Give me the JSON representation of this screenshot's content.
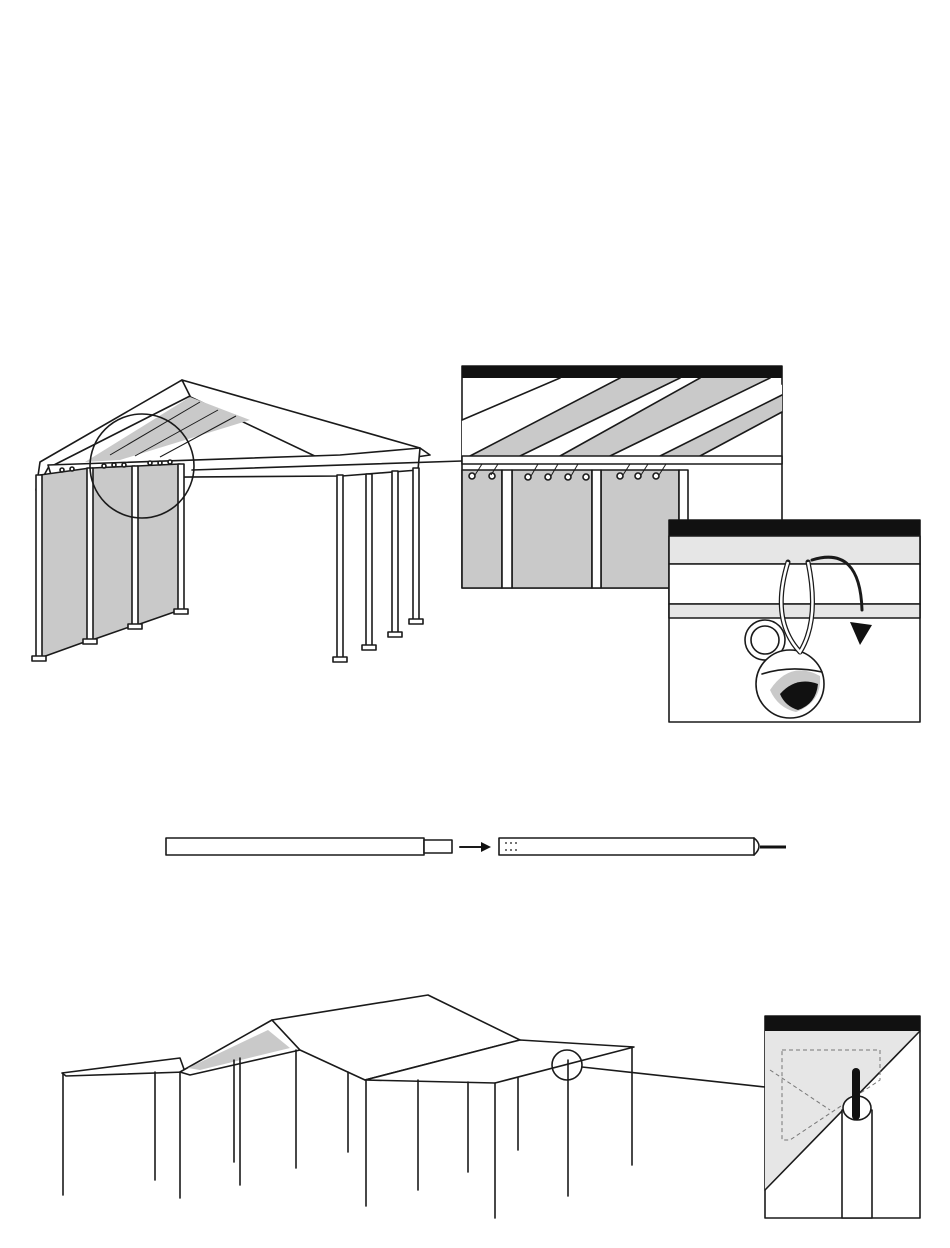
{
  "figure": {
    "panels": [
      "step-canopy-with-sidewall-panels",
      "detail-sidewall-top-edge",
      "detail-bungee-ball-loop",
      "step-leg-extension",
      "step-extended-canopy-frame",
      "detail-corner-post-cap"
    ],
    "colors": {
      "line": "#1a1a1a",
      "panel_fill": "#c9c9c9",
      "light_fill": "#e6e6e6",
      "header_bar": "#111111",
      "background": "#ffffff"
    },
    "icons": [
      "arrow-right-icon",
      "curved-arrow-icon",
      "bungee-ball-icon",
      "leg-pole-icon",
      "peg-icon"
    ]
  }
}
